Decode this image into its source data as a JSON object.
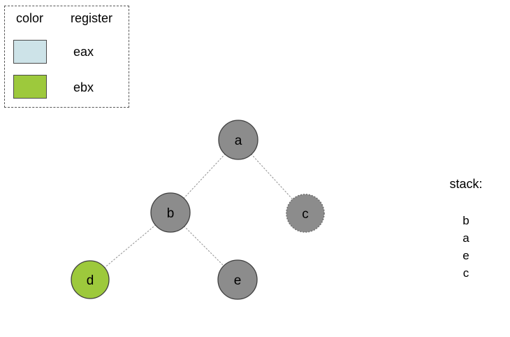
{
  "legend": {
    "headers": {
      "color": "color",
      "register": "register"
    },
    "rows": [
      {
        "register": "eax",
        "color": "#cde3e8"
      },
      {
        "register": "ebx",
        "color": "#9dc93c"
      }
    ]
  },
  "tree": {
    "nodes": [
      {
        "id": "a",
        "label": "a",
        "fill": "#8c8c8c",
        "border": "solid"
      },
      {
        "id": "b",
        "label": "b",
        "fill": "#8c8c8c",
        "border": "solid"
      },
      {
        "id": "c",
        "label": "c",
        "fill": "#8c8c8c",
        "border": "dashed"
      },
      {
        "id": "d",
        "label": "d",
        "fill": "#9dc93c",
        "border": "solid"
      },
      {
        "id": "e",
        "label": "e",
        "fill": "#8c8c8c",
        "border": "solid"
      }
    ],
    "edges": [
      {
        "from": "a",
        "to": "b"
      },
      {
        "from": "a",
        "to": "c"
      },
      {
        "from": "b",
        "to": "d"
      },
      {
        "from": "b",
        "to": "e"
      }
    ]
  },
  "stack": {
    "title": "stack:",
    "items": [
      "b",
      "a",
      "e",
      "c"
    ]
  },
  "colors": {
    "edge": "#909090",
    "node_border": "#404040"
  }
}
